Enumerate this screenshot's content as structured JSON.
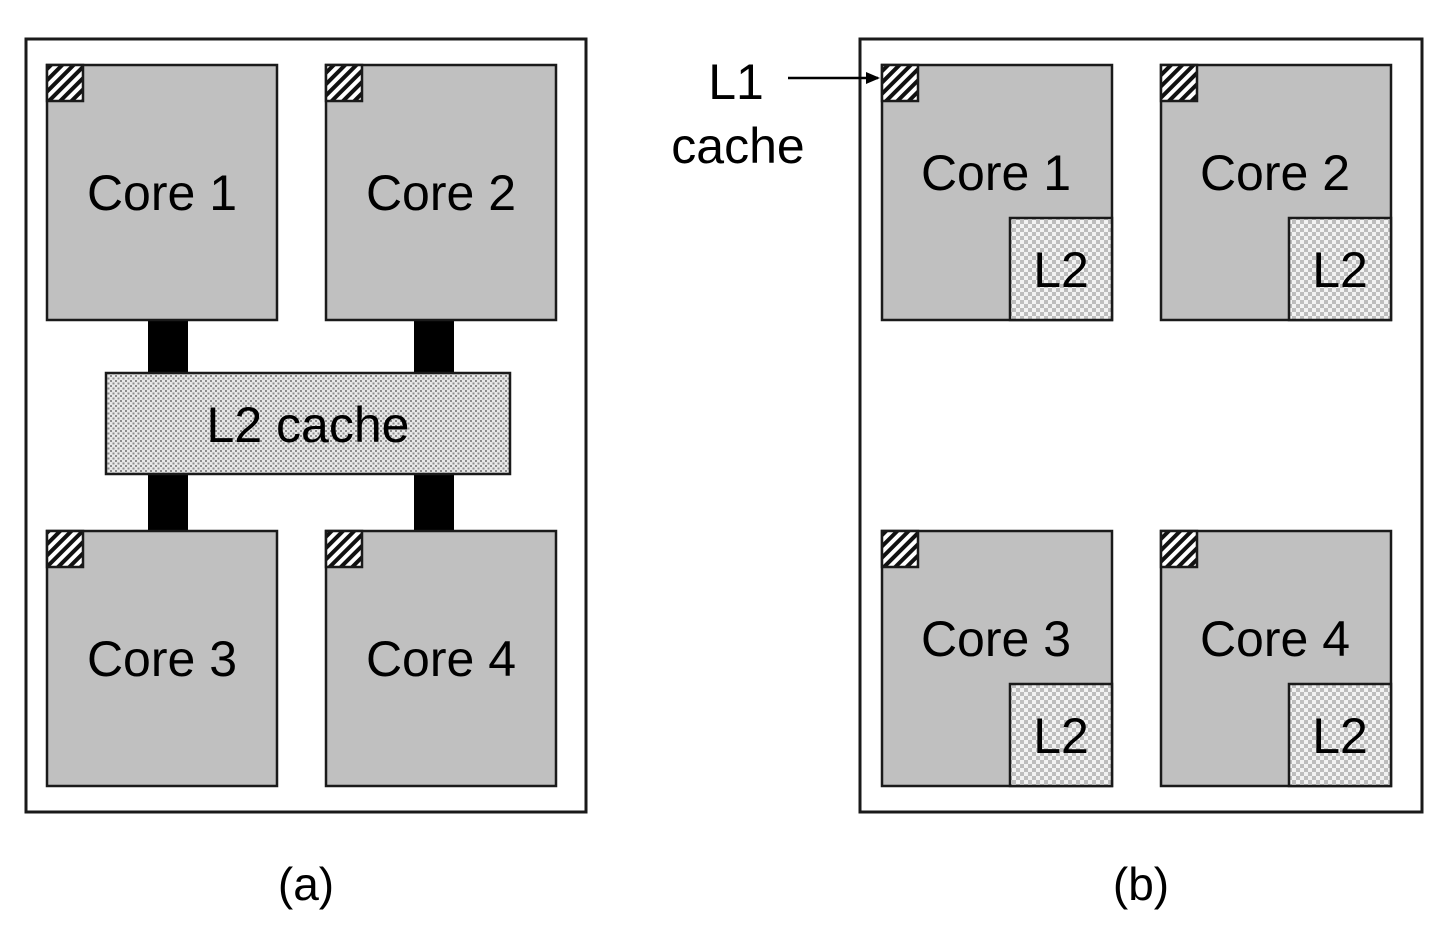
{
  "diagram_a": {
    "caption": "(a)",
    "cores": [
      {
        "label": "Core 1"
      },
      {
        "label": "Core 2"
      },
      {
        "label": "Core 3"
      },
      {
        "label": "Core 4"
      }
    ],
    "shared_cache_label": "L2 cache"
  },
  "diagram_b": {
    "caption": "(b)",
    "l1_label_line1": "L1",
    "l1_label_line2": "cache",
    "cores": [
      {
        "label": "Core 1",
        "l2_label": "L2"
      },
      {
        "label": "Core 2",
        "l2_label": "L2"
      },
      {
        "label": "Core 3",
        "l2_label": "L2"
      },
      {
        "label": "Core 4",
        "l2_label": "L2"
      }
    ]
  },
  "colors": {
    "core_fill": "#c0c0c0",
    "stroke": "#1a1a1a",
    "cache_dots": "#9a9a9a",
    "cache_bg": "#e6e6e6"
  }
}
